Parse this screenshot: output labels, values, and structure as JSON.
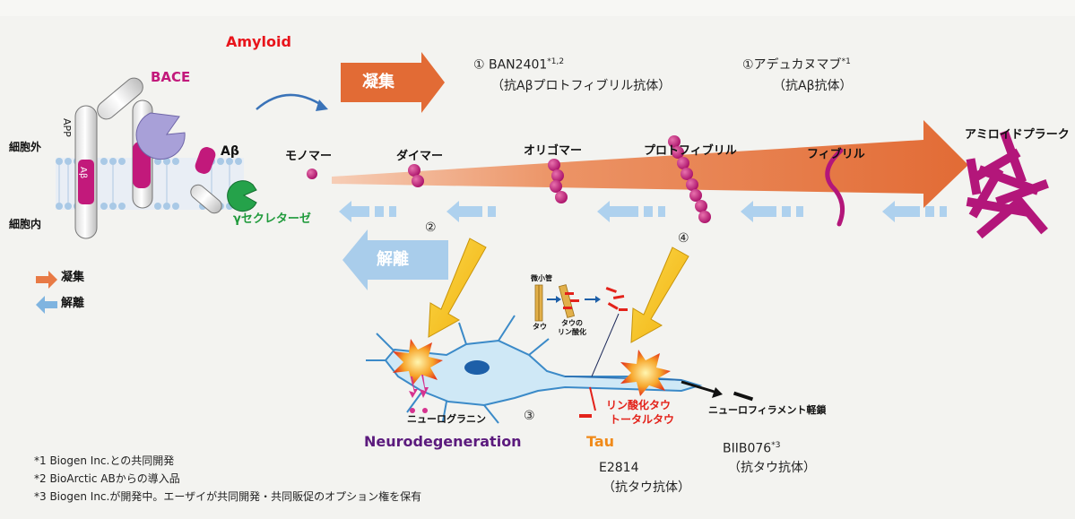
{
  "titles": {
    "amyloid": "Amyloid",
    "bace": "BACE",
    "abeta": "Aβ",
    "gamma": "γセクレターゼ",
    "app": "APP",
    "abeta_inner": "Aβ"
  },
  "membrane": {
    "outside": "細胞外",
    "inside": "細胞内"
  },
  "stages": [
    "モノマー",
    "ダイマー",
    "オリゴマー",
    "プロトフィブリル",
    "フィブリル",
    "アミロイドプラーク"
  ],
  "arrows": {
    "aggregation": "凝集",
    "dissociation": "解離"
  },
  "legend": [
    {
      "label": "凝集",
      "color": "#e87a45"
    },
    {
      "label": "解離",
      "color": "#7fb4e0"
    }
  ],
  "drugs": {
    "ban2401": {
      "line1": "① BAN2401",
      "sup": "*1,2",
      "line2": "（抗Aβプロトフィブリル抗体）"
    },
    "aducanumab": {
      "line1": "①アデュカヌマブ",
      "sup": "*1",
      "line2": "（抗Aβ抗体）"
    },
    "biib076": {
      "line1": "BIIB076",
      "sup": "*3",
      "line2": "（抗タウ抗体）"
    },
    "e2814": {
      "line1": "E2814",
      "line2": "（抗タウ抗体）"
    }
  },
  "circled": {
    "two": "②",
    "three": "③",
    "four": "④"
  },
  "neuron": {
    "neurogranin": "ニューログラニン",
    "neurodegeneration": "Neurodegeneration",
    "tau": "Tau",
    "ptau": "リン酸化タウ",
    "ttau": "トータルタウ",
    "nfl": "ニューロフィラメント軽鎖"
  },
  "tau_inset": {
    "microtubule": "微小管",
    "tau": "タウ",
    "phospho_line1": "タウの",
    "phospho_line2": "リン酸化"
  },
  "footnotes": [
    "*1 Biogen Inc.との共同開発",
    "*2 BioArctic ABからの導入品",
    "*3 Biogen Inc.が開発中。エーザイが共同開発・共同販促のオプション権を保有"
  ],
  "colors": {
    "amyloid_red": "#e8141b",
    "bace_magenta": "#c2197b",
    "gamma_green": "#1f9a3b",
    "aggregate_orange": "#e87a45",
    "dissociate_blue": "#7fb4e0",
    "protein_magenta": "#c0127a",
    "neurodegeneration_purple": "#5b1a7d",
    "tau_orange": "#f08a1a",
    "arrow_yellow": "#f7c21a"
  }
}
